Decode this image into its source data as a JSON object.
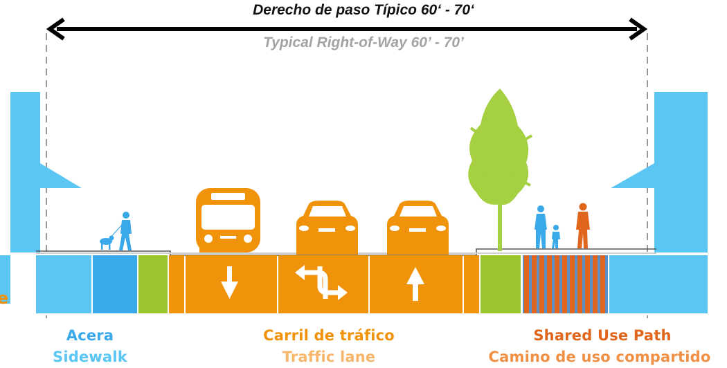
{
  "header": {
    "title_es": "Derecho de paso Típico 60‘ - 70‘",
    "title_en": "Typical Right-of-Way 60’ - 70’"
  },
  "labels": {
    "sidewalk_es": "Acera",
    "sidewalk_en": "Sidewalk",
    "traffic_es": "Carril de tráfico",
    "traffic_en": "Traffic lane",
    "shared_en": "Shared Use Path",
    "shared_es": "Camino de uso compartido",
    "cut_off_left": "e"
  },
  "colors": {
    "building": "#5bc6f3",
    "sidewalk_light": "#5bc6f3",
    "sidewalk_dark": "#3aa9e9",
    "planting": "#9cc630",
    "traffic": "#f0930a",
    "shared_path": "#e0651d",
    "shared_stripe": "#5b8fc6",
    "tree": "#a4d042",
    "dimension_arrow": "#000000",
    "label_blue": "#3aa9e9",
    "label_light_blue": "#5bc6f3",
    "label_orange": "#f0930a",
    "label_light_orange": "#f7b66b",
    "label_dark_orange": "#e0651d"
  },
  "icons": {
    "arrow_down": "arrow-down-icon",
    "arrow_turn": "left-right-turn-icon",
    "arrow_up": "arrow-up-icon"
  }
}
